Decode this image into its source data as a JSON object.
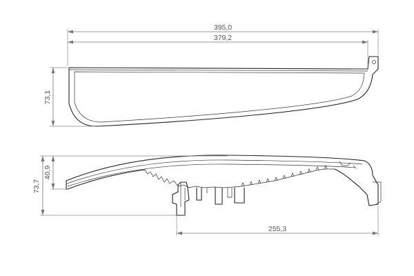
{
  "dimensions": {
    "overall_length": "395,0",
    "inner_length": "379,2",
    "top_view_height": "73,1",
    "side_total_height": "73,7",
    "side_upper_height": "40,9",
    "bracket_length": "255,3"
  }
}
